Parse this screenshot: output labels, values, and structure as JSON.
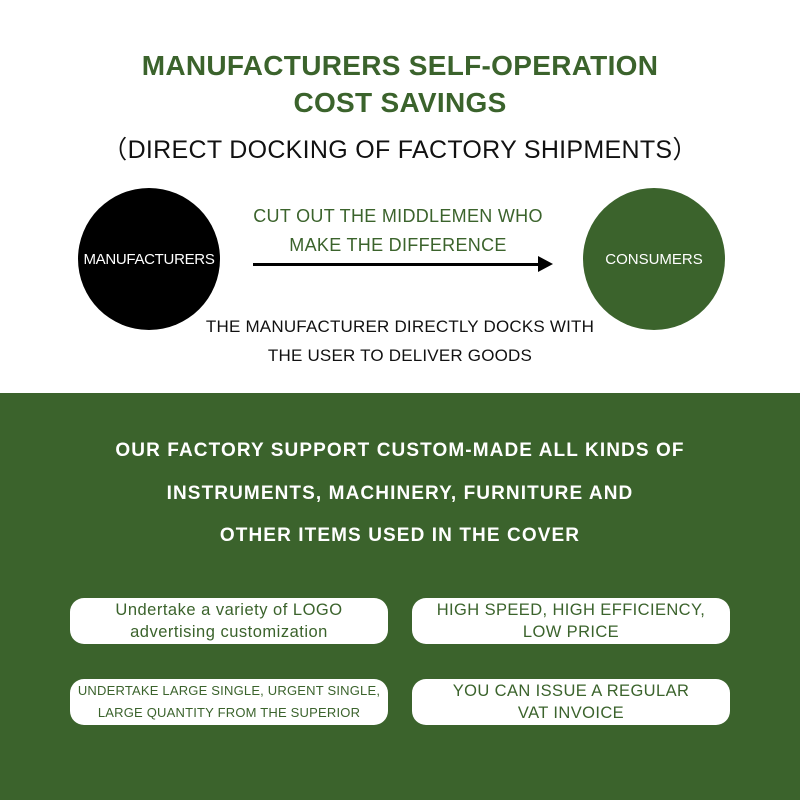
{
  "header": {
    "title_line_1": "MANUFACTURERS SELF-OPERATION",
    "title_line_2": "COST SAVINGS",
    "subtitle": "（DIRECT DOCKING OF FACTORY SHIPMENTS）"
  },
  "flow": {
    "left_circle": "MANUFACTURERS",
    "right_circle": "CONSUMERS",
    "arrow_text_line_1": "CUT OUT THE MIDDLEMEN WHO",
    "arrow_text_line_2": "MAKE THE DIFFERENCE",
    "bottom_text_line_1": "THE MANUFACTURER DIRECTLY DOCKS WITH",
    "bottom_text_line_2": "THE USER TO DELIVER GOODS"
  },
  "factory": {
    "line_1": "OUR FACTORY SUPPORT CUSTOM-MADE ALL KINDS OF",
    "line_2": "INSTRUMENTS, MACHINERY, FURNITURE AND",
    "line_3": "OTHER ITEMS USED IN THE COVER"
  },
  "features": [
    {
      "line_1": "Undertake a variety of LOGO",
      "line_2": "advertising customization"
    },
    {
      "line_1": "HIGH SPEED, HIGH EFFICIENCY,",
      "line_2": "LOW PRICE"
    },
    {
      "line_1": "UNDERTAKE LARGE SINGLE, URGENT SINGLE,",
      "line_2": "LARGE QUANTITY FROM THE SUPERIOR"
    },
    {
      "line_1": "YOU CAN ISSUE A REGULAR",
      "line_2": "VAT INVOICE"
    }
  ],
  "colors": {
    "brand_green": "#3b632c",
    "black": "#000000",
    "white": "#ffffff"
  }
}
